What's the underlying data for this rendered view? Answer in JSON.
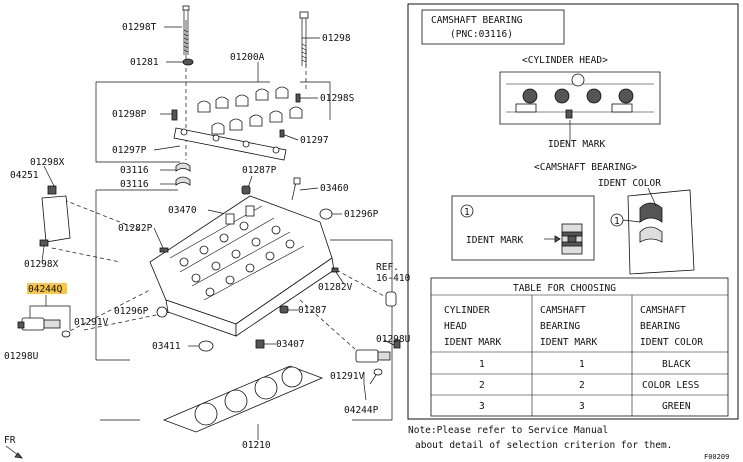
{
  "callouts": {
    "p01298T": "01298T",
    "p01298": "01298",
    "p01281": "01281",
    "p01200A": "01200A",
    "p01298S": "01298S",
    "p01298P": "01298P",
    "p01297": "01297",
    "p01297P": "01297P",
    "p01298X": "01298X",
    "p04251": "04251",
    "p03116a": "03116",
    "p03116b": "03116",
    "p01287P": "01287P",
    "p03460": "03460",
    "p03470": "03470",
    "p01296P_r": "01296P",
    "p01282P": "01282P",
    "p01298X_b": "01298X",
    "p04244Q": "04244Q",
    "p01291V_l": "01291V",
    "p01298U_l": "01298U",
    "p01296P_l": "01296P",
    "p01287": "01287",
    "p01282V": "01282V",
    "p03411": "03411",
    "p03407": "03407",
    "p01298U_r": "01298U",
    "p01291V_r": "01291V",
    "p04244P": "04244P",
    "p01210": "01210",
    "ref_line1": "REF.",
    "ref_line2": "16-410",
    "fr": "FR"
  },
  "panel": {
    "title_line1": "CAMSHAFT BEARING",
    "title_line2": "(PNC:03116)",
    "cyl_head_caption": "<CYLINDER HEAD>",
    "ident_mark_1": "IDENT MARK",
    "cam_bearing_caption": "<CAMSHAFT BEARING>",
    "ident_color": "IDENT COLOR",
    "circle_1a": "1",
    "circle_1b": "1",
    "ident_mark_2": "IDENT MARK"
  },
  "table": {
    "title": "TABLE FOR CHOOSING",
    "headers": [
      [
        "CYLINDER",
        "HEAD",
        "IDENT MARK"
      ],
      [
        "CAMSHAFT",
        "BEARING",
        "IDENT MARK"
      ],
      [
        "CAMSHAFT",
        "BEARING",
        "IDENT COLOR"
      ]
    ],
    "rows": [
      [
        "1",
        "1",
        "BLACK"
      ],
      [
        "2",
        "2",
        "COLOR LESS"
      ],
      [
        "3",
        "3",
        "GREEN"
      ]
    ]
  },
  "note_line1": "Note:Please refer to Service Manual",
  "note_line2": "about detail of selection criterion for them.",
  "figure_code": "F00209",
  "colors": {
    "highlight": "#f7c645",
    "line": "#111111"
  }
}
